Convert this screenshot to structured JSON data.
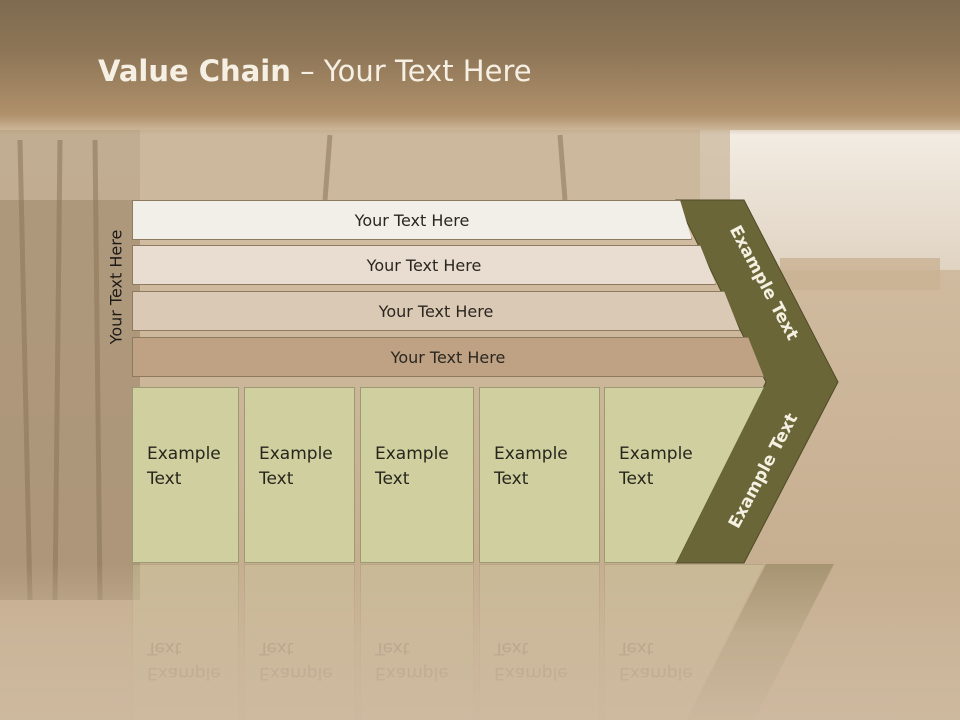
{
  "slide": {
    "title_bold": "Value Chain",
    "title_rest": " – Your Text Here",
    "side_label": "Your Text Here"
  },
  "bands": [
    {
      "label": "Your Text Here",
      "color": "#f2eee8"
    },
    {
      "label": "Your Text Here",
      "color": "#e8ddd0"
    },
    {
      "label": "Your Text Here",
      "color": "#dac9b4"
    },
    {
      "label": "Your Text Here",
      "color": "#bea283"
    }
  ],
  "boxes": [
    {
      "line1": "Example",
      "line2": "Text"
    },
    {
      "line1": "Example",
      "line2": "Text"
    },
    {
      "line1": "Example",
      "line2": "Text"
    },
    {
      "line1": "Example",
      "line2": "Text"
    },
    {
      "line1": "Example",
      "line2": "Text"
    }
  ],
  "chevron": {
    "upper_label": "Example Text",
    "lower_label": "Example Text",
    "color": "#6b6638"
  },
  "colors": {
    "box_fill": "#cfcf9f",
    "header": "#8e7657"
  }
}
